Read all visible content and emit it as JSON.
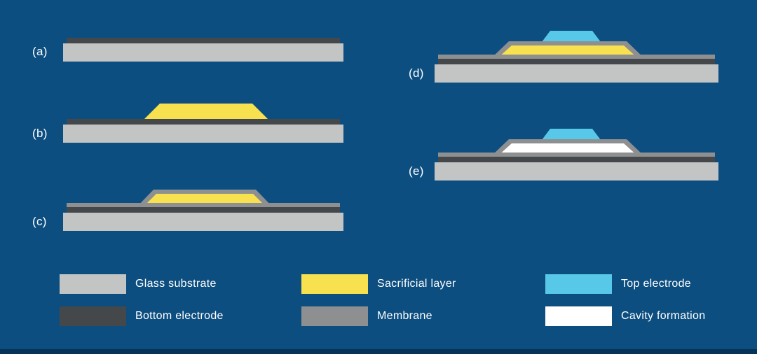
{
  "colors": {
    "background": "#0d4e80",
    "footer": "#083358",
    "text": "#ffffff",
    "glass_substrate": "#c3c4c4",
    "bottom_electrode": "#45484a",
    "sacrificial_layer": "#f7e14e",
    "membrane": "#8e8f90",
    "top_electrode": "#58c8e8",
    "cavity": "#ffffff"
  },
  "panels": [
    {
      "label": "(a)",
      "layers": [
        "bottom-electrode",
        "glass-substrate"
      ]
    },
    {
      "label": "(b)",
      "layers": [
        "sacrificial-layer",
        "bottom-electrode",
        "glass-substrate"
      ]
    },
    {
      "label": "(c)",
      "layers": [
        "membrane",
        "sacrificial-layer",
        "bottom-electrode",
        "glass-substrate"
      ]
    },
    {
      "label": "(d)",
      "layers": [
        "top-electrode",
        "membrane",
        "sacrificial-layer",
        "bottom-electrode",
        "glass-substrate"
      ]
    },
    {
      "label": "(e)",
      "layers": [
        "top-electrode",
        "membrane",
        "cavity-formation",
        "bottom-electrode",
        "glass-substrate"
      ]
    }
  ],
  "legend": [
    {
      "label": "Glass substrate",
      "color": "#c3c4c4"
    },
    {
      "label": "Bottom electrode",
      "color": "#45484a"
    },
    {
      "label": "Sacrificial layer",
      "color": "#f7e14e"
    },
    {
      "label": "Membrane",
      "color": "#8e8f90"
    },
    {
      "label": "Top electrode",
      "color": "#58c8e8"
    },
    {
      "label": "Cavity formation",
      "color": "#ffffff"
    }
  ]
}
